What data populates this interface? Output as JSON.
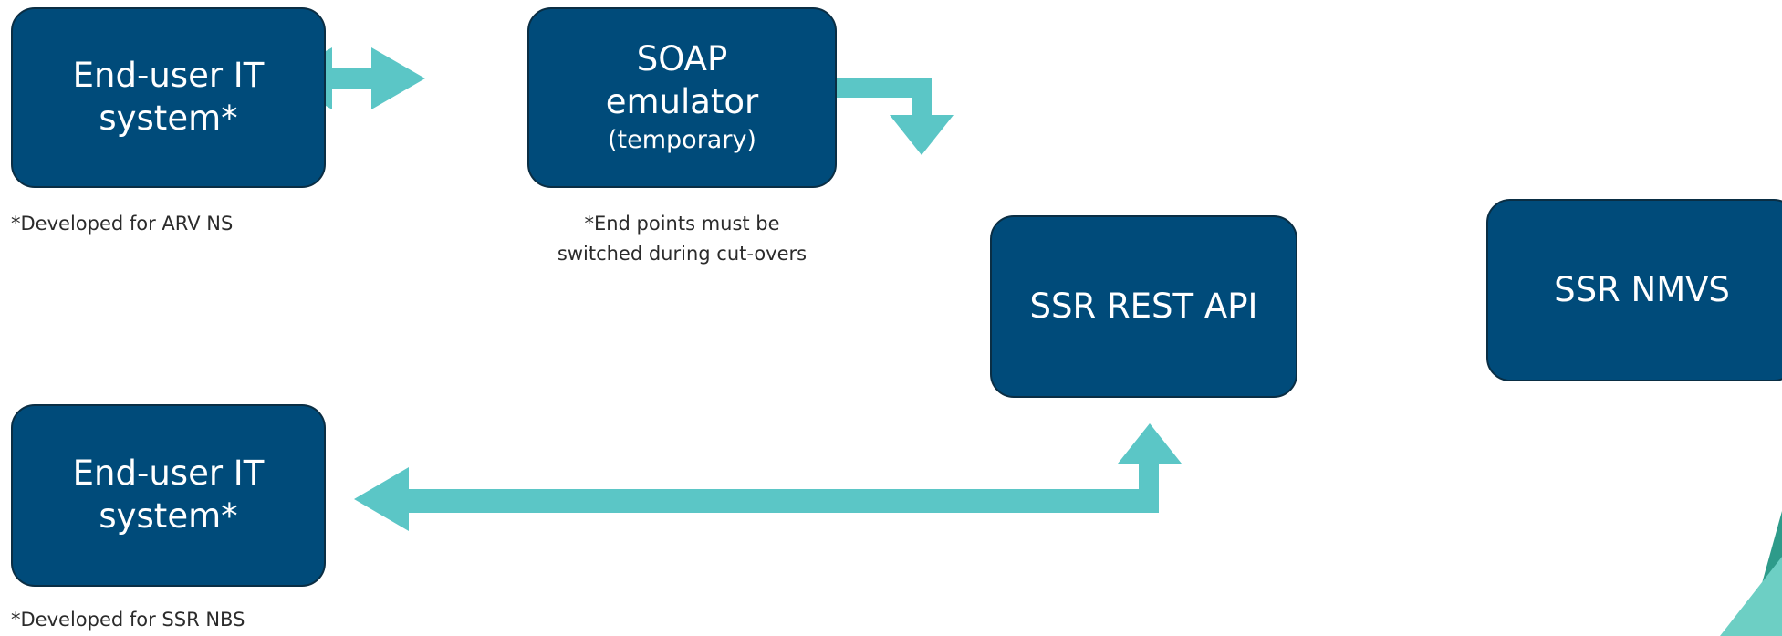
{
  "colors": {
    "box_fill": "#004b7a",
    "box_border": "#0a2e44",
    "connector": "#5bc6c6",
    "note_text": "#2b2b2b"
  },
  "nodes": {
    "enduser_top": {
      "line1": "End-user IT",
      "line2": "system*"
    },
    "soap": {
      "line1": "SOAP",
      "line2": "emulator",
      "line3": "(temporary)"
    },
    "rest_api": {
      "label": "SSR REST API"
    },
    "nmvs": {
      "label": "SSR NMVS"
    },
    "enduser_bottom": {
      "line1": "End-user IT",
      "line2": "system*"
    }
  },
  "notes": {
    "enduser_top": "*Developed for ARV NS",
    "soap_line1": "*End points must be",
    "soap_line2": "switched during cut-overs",
    "enduser_bottom": "*Developed for SSR NBS"
  }
}
